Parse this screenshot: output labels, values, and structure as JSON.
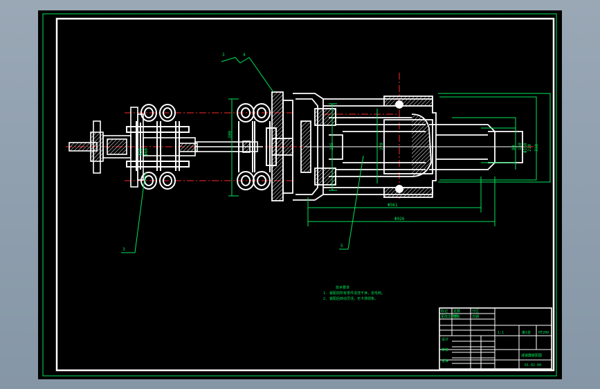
{
  "drawing": {
    "dimensions": {
      "shaft_dia": "Φ30",
      "hub_dia": "Φ60",
      "left_height": "300",
      "mid_a": "225",
      "mid_b": "270",
      "right_a": "80",
      "right_b": "150",
      "right_c": "Φ160",
      "right_d": "210",
      "right_e": "310",
      "bottom_a": "Φ561",
      "bottom_b": "Φ926"
    },
    "leaders": {
      "top_left": "3",
      "top_right": "4",
      "bottom_left": "3",
      "bottom_right": "5"
    },
    "notes": {
      "heading": "技术要求",
      "line1": "1. 装配前所有零件清洗干净，去毛刺。",
      "line2": "2. 装配后转动灵活，无卡滞现象。"
    }
  },
  "title_block": {
    "part_name": "减速器装配图",
    "drawing_no": "01-02-00",
    "scale": "1:1",
    "sheet": "第1张",
    "material": "HT200",
    "designer": "设计",
    "checker": "审核",
    "approver": "批准",
    "row_labels": [
      "标记",
      "处数",
      "分区",
      "更改文件号",
      "签名",
      "日期"
    ]
  },
  "colors": {
    "line": "#ffffff",
    "leader": "#00e65a",
    "center": "#ff2a2a",
    "hatch": "#ffffff",
    "border": "#ffffff"
  }
}
